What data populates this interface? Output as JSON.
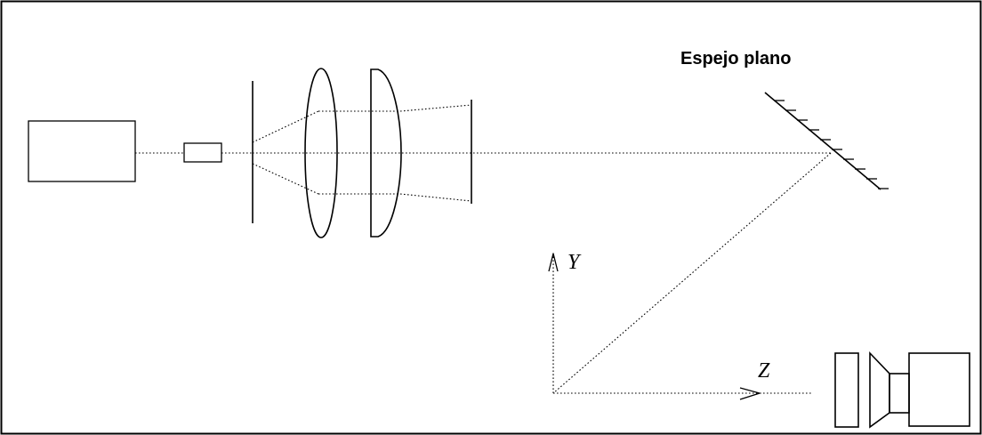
{
  "labels": {
    "mirror": "Espejo plano",
    "axis_y": "Y",
    "axis_z": "Z"
  },
  "colors": {
    "stroke": "#000000",
    "background": "#ffffff"
  }
}
